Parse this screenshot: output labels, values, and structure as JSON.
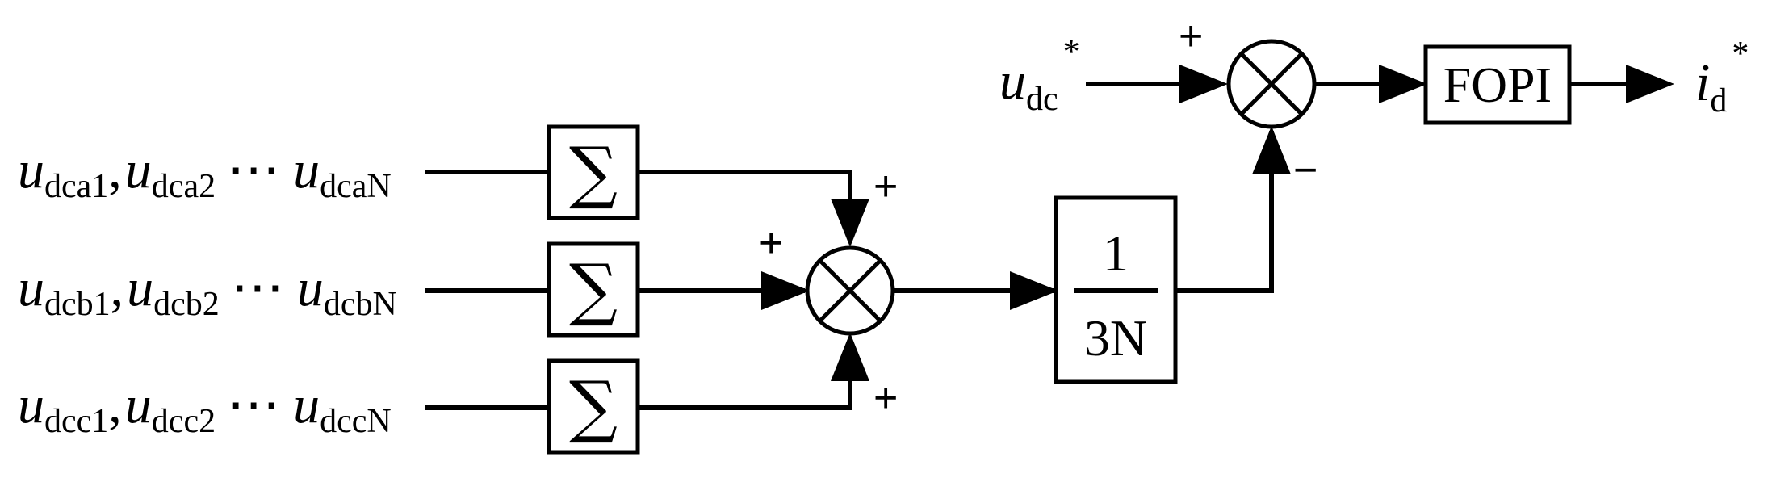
{
  "inputs": [
    {
      "v1": "u",
      "s1": "dca1",
      "sep": ",",
      "v2": "u",
      "s2": "dca2",
      "dots": "⋯",
      "v3": "u",
      "s3": "dcaN"
    },
    {
      "v1": "u",
      "s1": "dcb1",
      "sep": ",",
      "v2": "u",
      "s2": "dcb2",
      "dots": "⋯",
      "v3": "u",
      "s3": "dcbN"
    },
    {
      "v1": "u",
      "s1": "dcc1",
      "sep": ",",
      "v2": "u",
      "s2": "dcc2",
      "dots": "⋯",
      "v3": "u",
      "s3": "dccN"
    }
  ],
  "sum_block_symbol": "∑",
  "sum_signs": {
    "top": "+",
    "left": "+",
    "bottom": "+"
  },
  "gain_block": {
    "numerator": "1",
    "denominator": "3N"
  },
  "reference": {
    "var": "u",
    "sub": "dc",
    "sup": "*"
  },
  "comparator_signs": {
    "ref": "+",
    "feedback": "−"
  },
  "controller": {
    "label": "FOPI"
  },
  "output": {
    "var": "i",
    "sub": "d",
    "sup": "*"
  }
}
